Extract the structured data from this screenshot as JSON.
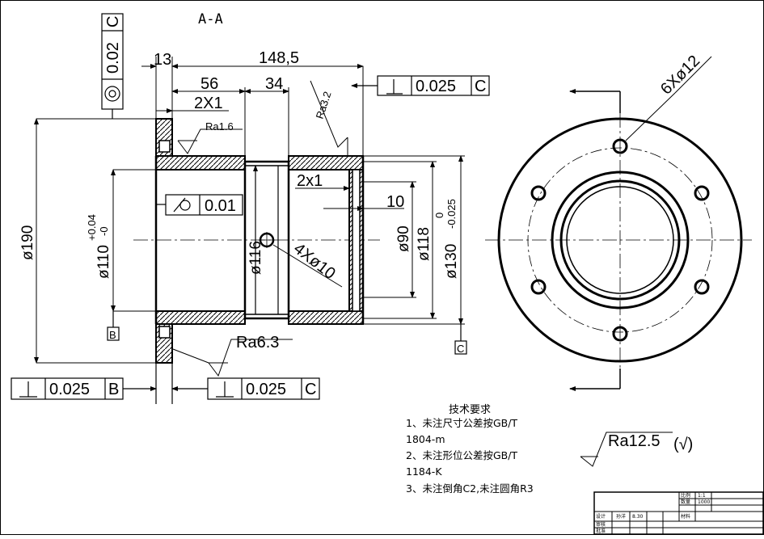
{
  "section_label": "A-A",
  "dimensions": {
    "total_length": "148,5",
    "flange_thickness": "13",
    "length_56": "56",
    "length_34": "34",
    "chamfer_left": "2X1",
    "chamfer_right": "2x1",
    "depth_10": "10",
    "dia_190": "ø190",
    "dia_110": "ø110",
    "dia_110_tol_upper": "+0.04",
    "dia_110_tol_lower": "-0",
    "dia_116": "ø116",
    "dia_90": "ø90",
    "dia_118": "ø118",
    "dia_130": "ø130",
    "dia_130_tol_upper": "0",
    "dia_130_tol_lower": "-0.025",
    "holes_4": "4Xø10",
    "holes_6": "6Xø12"
  },
  "roughness": {
    "ra16": "Ra1.6",
    "ra32": "Ra3.2",
    "ra63": "Ra6.3",
    "ra125": "Ra12.5",
    "ra125_suffix": "(√)"
  },
  "gdt": {
    "coaxiality": {
      "value": "0.02",
      "datum": "C"
    },
    "runout_top": {
      "value": "0.025",
      "datum": "C"
    },
    "cylindricity": {
      "value": "0.01"
    },
    "perp_left": {
      "value": "0.025",
      "datum": "B"
    },
    "perp_right": {
      "value": "0.025",
      "datum": "C"
    }
  },
  "datums": {
    "b": "B",
    "c": "C"
  },
  "notes": {
    "title": "技术要求",
    "line1": "1、未注尺寸公差按GB/T",
    "line1b": "1804-m",
    "line2": "2、未注形位公差按GB/T",
    "line2b": "1184-K",
    "line3": "3、未注倒角C2,未注圆角R3"
  },
  "title_block": {
    "scale_label": "比例",
    "scale_value": "1:1",
    "qty_label": "数量",
    "qty_value": "1000",
    "design_label": "设计",
    "design_name": "孙洋",
    "date": "8.30",
    "material_label": "材料",
    "check_label": "审核",
    "approve_label": "批准"
  }
}
